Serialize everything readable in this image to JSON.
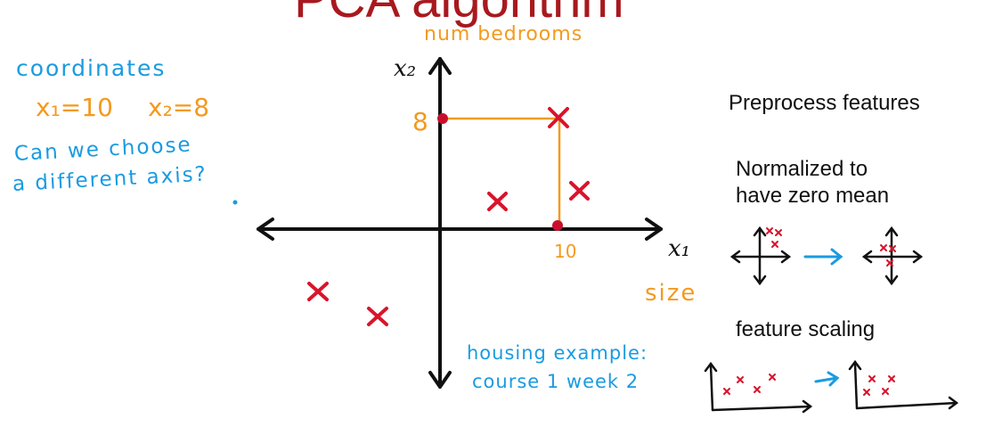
{
  "title": "PCA algorithm",
  "notes": {
    "coordinates": "coordinates",
    "x1_eq": "x₁=10",
    "x2_eq": "x₂=8",
    "question_line1": "Can we choose",
    "question_line2": "a different axis?",
    "housing_line1": "housing example:",
    "housing_line2": "course 1  week 2"
  },
  "plot": {
    "x_axis_label": "x₁",
    "y_axis_label": "x₂",
    "x_axis_meaning": "size",
    "y_axis_meaning": "num bedrooms",
    "x_tick": "10",
    "y_tick": "8"
  },
  "sidebar": {
    "preprocess": "Preprocess features",
    "normalized_line1": "Normalized to",
    "normalized_line2": "have zero mean",
    "feature_scaling": "feature scaling"
  },
  "colors": {
    "title": "#a8191e",
    "note_blue": "#1a9be0",
    "note_orange": "#f39a1e",
    "point_red": "#c8102e",
    "marker_red": "#d9142b",
    "axis": "#111111"
  }
}
